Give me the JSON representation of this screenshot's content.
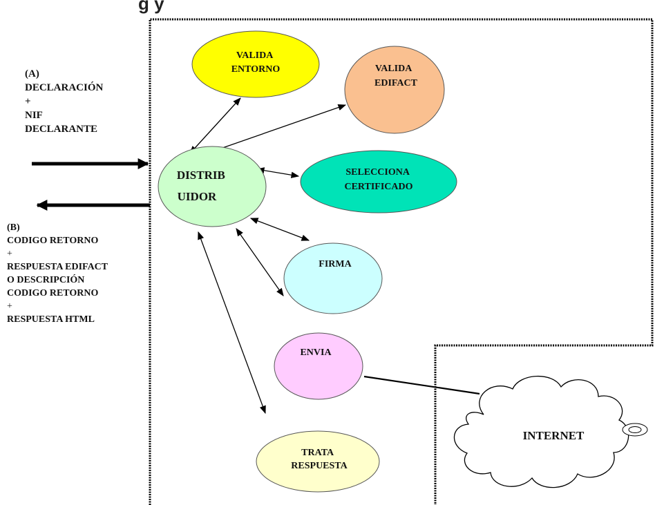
{
  "title_fragment": "g                y",
  "input_block": {
    "label": "(A)",
    "line1": "DECLARACIÓN",
    "plus": "+",
    "line2": "NIF",
    "line3": "DECLARANTE"
  },
  "output_block": {
    "label": "(B)",
    "line1": "CODIGO RETORNO",
    "plus1": "+",
    "line2": "RESPUESTA EDIFACT",
    "line3": "O DESCRIPCIÓN",
    "line4": "CODIGO RETORNO",
    "plus2": "+",
    "line5": "RESPUESTA HTML"
  },
  "nodes": {
    "valida_entorno": {
      "line1": "VALIDA",
      "line2": "ENTORNO",
      "color": "#ffff00"
    },
    "valida_edifact": {
      "line1": "VALIDA",
      "line2": "EDIFACT",
      "color": "#fac090"
    },
    "distribuidor": {
      "line1": "DISTRIB",
      "line2": "UIDOR",
      "color": "#ccffcc"
    },
    "selecciona_certificado": {
      "line1": "SELECCIONA",
      "line2": "CERTIFICADO",
      "color": "#00e3b7"
    },
    "firma": {
      "line1": "FIRMA",
      "color": "#ccffff"
    },
    "envia": {
      "line1": "ENVIA",
      "color": "#ffccff"
    },
    "trata_respuesta": {
      "line1": "TRATA",
      "line2": "RESPUESTA",
      "color": "#ffffcc"
    },
    "internet": {
      "line1": "INTERNET"
    }
  }
}
